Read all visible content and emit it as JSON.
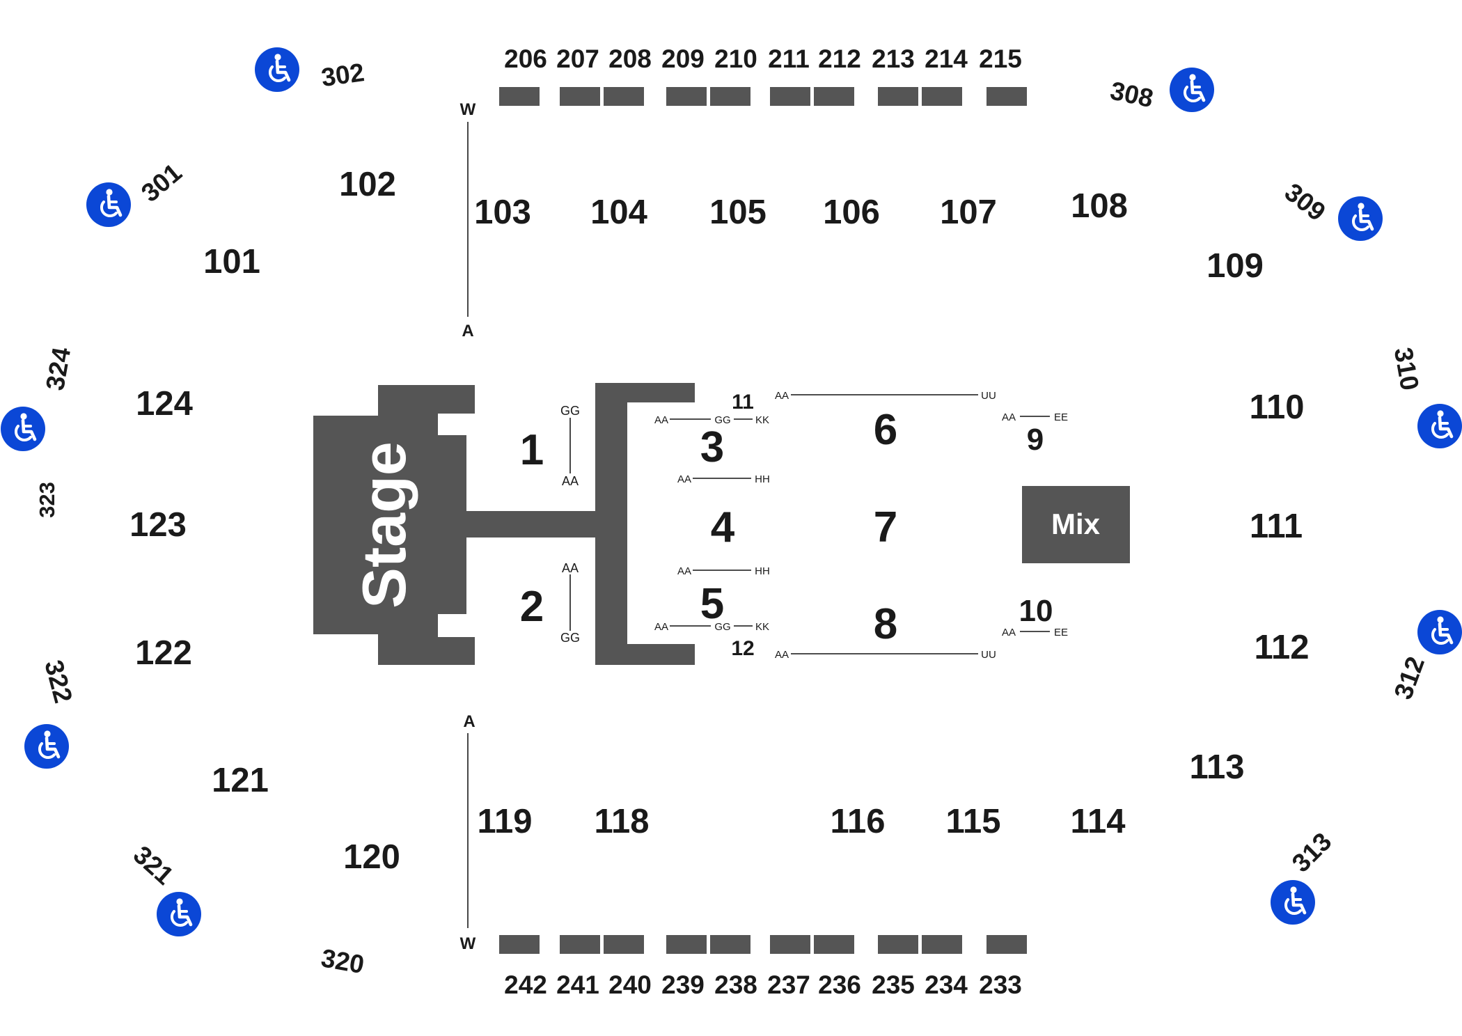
{
  "stage_label": "Stage",
  "mix_label": "Mix",
  "colors": {
    "booth": "#555555",
    "accessible": "#0b47d6",
    "text": "#1a1a1a",
    "background": "#ffffff"
  },
  "icons": {
    "accessible": "wheelchair-accessible-icon"
  },
  "upper_top": [
    "206",
    "207",
    "208",
    "209",
    "210",
    "211",
    "212",
    "213",
    "214",
    "215"
  ],
  "upper_bottom": [
    "242",
    "241",
    "240",
    "239",
    "238",
    "237",
    "236",
    "235",
    "234",
    "233"
  ],
  "lower_top": [
    "102",
    "103",
    "104",
    "105",
    "106",
    "107",
    "108"
  ],
  "lower_bottom": [
    "120",
    "119",
    "118",
    "116",
    "115",
    "114",
    "113"
  ],
  "lower_left": [
    "101",
    "124",
    "123",
    "122",
    "121"
  ],
  "lower_right": [
    "109",
    "110",
    "111",
    "112"
  ],
  "tier3": [
    "302",
    "301",
    "308",
    "309",
    "324",
    "323",
    "310",
    "322",
    "312",
    "321",
    "313",
    "320"
  ],
  "floor": [
    "1",
    "2",
    "3",
    "4",
    "5",
    "6",
    "7",
    "8",
    "9",
    "10",
    "11",
    "12"
  ],
  "aisle_top": {
    "start": "W",
    "end": "A"
  },
  "aisle_bottom": {
    "start": "A",
    "end": "W"
  },
  "row_ranges": {
    "s1": {
      "top": "GG",
      "bottom": "AA"
    },
    "s2": {
      "top": "AA",
      "bottom": "GG"
    },
    "s3": {
      "start": "AA",
      "mid": "GG",
      "end": "KK"
    },
    "s4_top": {
      "start": "AA",
      "end": "HH"
    },
    "s4_bottom": {
      "start": "AA",
      "end": "HH"
    },
    "s5": {
      "start": "AA",
      "mid": "GG",
      "end": "KK"
    },
    "s6": {
      "start": "AA",
      "end": "UU"
    },
    "s8": {
      "start": "AA",
      "end": "UU"
    },
    "s9": {
      "start": "AA",
      "end": "EE"
    },
    "s10": {
      "start": "AA",
      "end": "EE"
    }
  }
}
